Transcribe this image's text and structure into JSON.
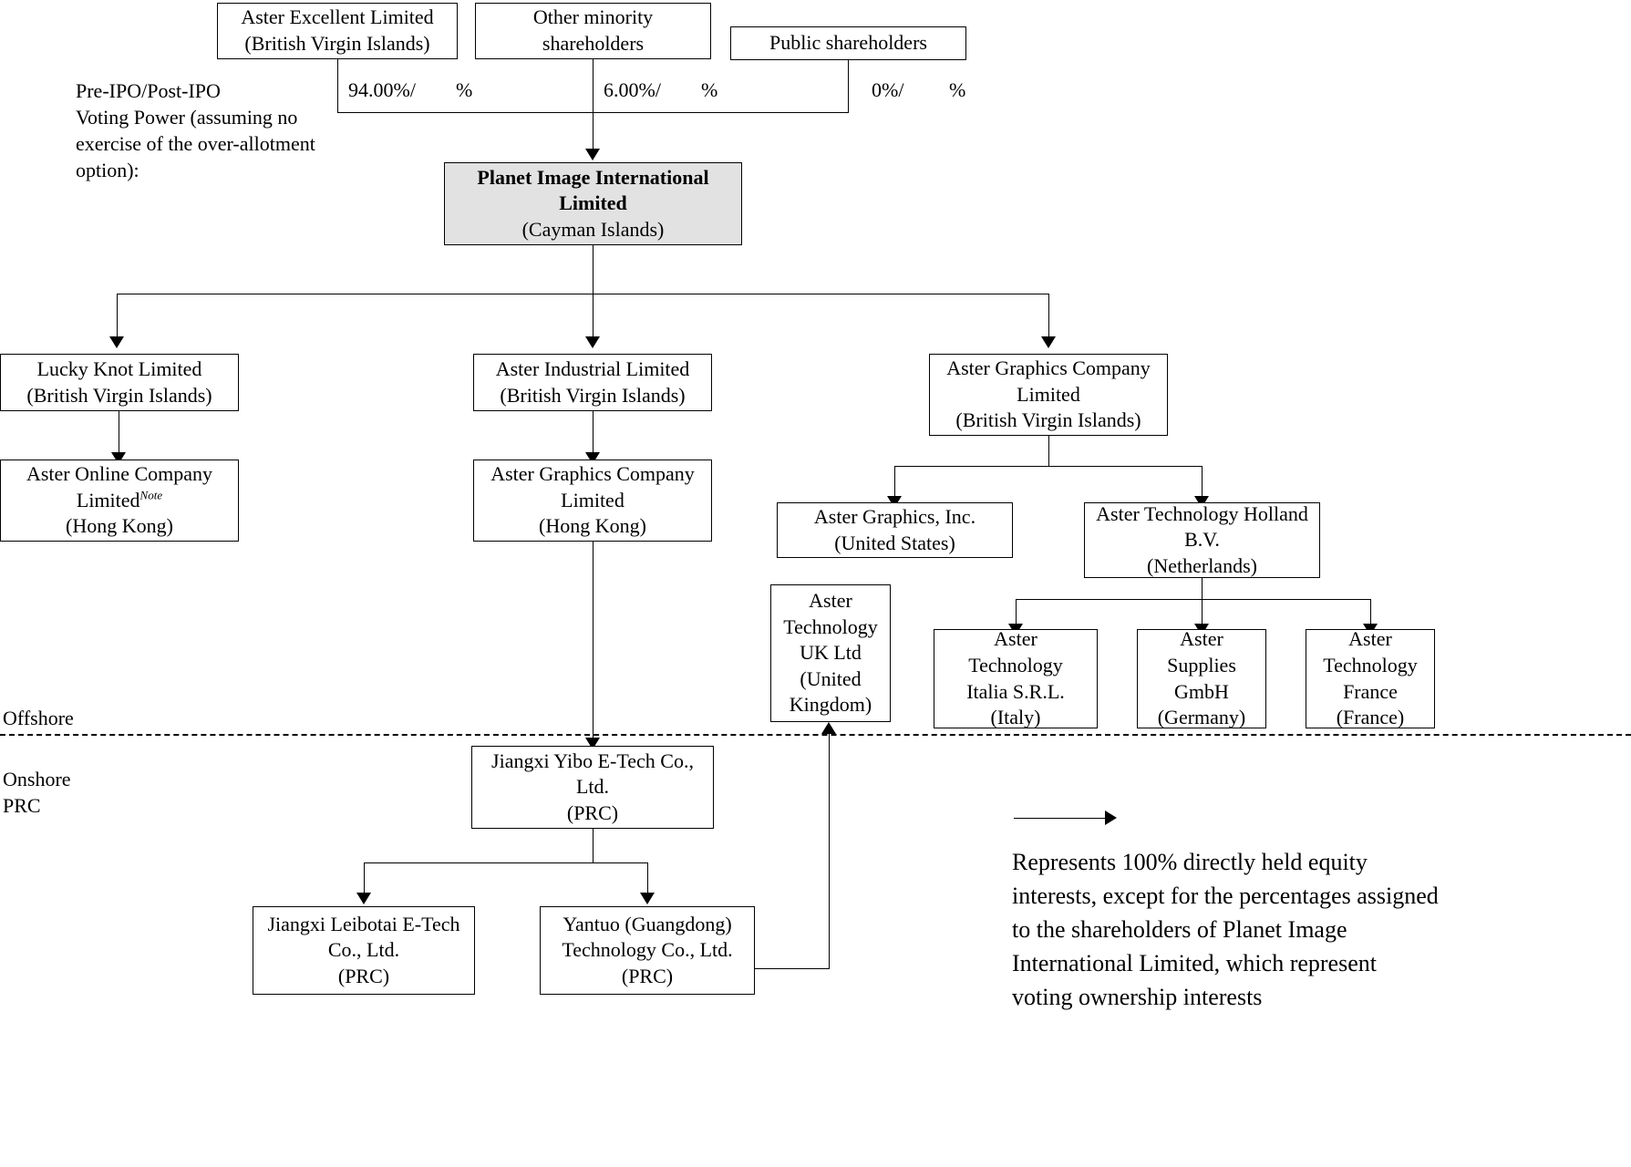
{
  "diagram": {
    "title": "Planet Image International Limited corporate structure",
    "side_labels": {
      "voting_power_note": "Pre-IPO/Post-IPO\nVoting Power (assuming no\nexercise of the over-allotment\noption):",
      "offshore": "Offshore",
      "onshore": "Onshore\nPRC"
    },
    "ownership_percentages": [
      {
        "id": "aster-excellent-pct",
        "text": "94.00%/        %"
      },
      {
        "id": "other-minority-pct",
        "text": "6.00%/        %"
      },
      {
        "id": "public-pct",
        "text": "0%/         %"
      }
    ],
    "shareholders": [
      {
        "id": "aster-excellent",
        "lines": [
          "Aster Excellent Limited",
          "(British Virgin Islands)"
        ]
      },
      {
        "id": "other-minority",
        "lines": [
          "Other minority",
          "shareholders"
        ]
      },
      {
        "id": "public-holders",
        "lines": [
          "Public shareholders"
        ]
      }
    ],
    "parent": {
      "id": "planet-image",
      "lines": [
        "Planet Image International",
        "Limited"
      ],
      "jurisdiction": "(Cayman Islands)",
      "fill": "#e2e2e2"
    },
    "entities": [
      {
        "id": "lucky-knot",
        "lines": [
          "Lucky Knot Limited",
          "(British Virgin Islands)"
        ]
      },
      {
        "id": "aster-online",
        "lines": [
          "Aster Online Company",
          "Limited",
          "(Hong Kong)"
        ],
        "note_marker": "Note"
      },
      {
        "id": "aster-industrial",
        "lines": [
          "Aster Industrial Limited",
          "(British Virgin Islands)"
        ]
      },
      {
        "id": "aster-graphics-hk",
        "lines": [
          "Aster Graphics Company",
          "Limited",
          "(Hong Kong)"
        ]
      },
      {
        "id": "aster-graphics-bvi",
        "lines": [
          "Aster Graphics Company",
          "Limited",
          "(British Virgin Islands)"
        ]
      },
      {
        "id": "aster-graphics-inc",
        "lines": [
          "Aster Graphics, Inc.",
          "(United States)"
        ]
      },
      {
        "id": "aster-tech-holland",
        "lines": [
          "Aster Technology Holland",
          "B.V.",
          "(Netherlands)"
        ]
      },
      {
        "id": "aster-tech-uk",
        "lines": [
          "Aster",
          "Technology",
          "UK Ltd",
          "(United",
          "Kingdom)"
        ]
      },
      {
        "id": "aster-tech-italia",
        "lines": [
          "Aster",
          "Technology",
          "Italia S.R.L.",
          "(Italy)"
        ]
      },
      {
        "id": "aster-supplies-gmbh",
        "lines": [
          "Aster",
          "Supplies",
          "GmbH",
          "(Germany)"
        ]
      },
      {
        "id": "aster-tech-france",
        "lines": [
          "Aster",
          "Technology",
          "France",
          "(France)"
        ]
      },
      {
        "id": "jiangxi-yibo",
        "lines": [
          "Jiangxi Yibo E-Tech Co.,",
          "Ltd.",
          "(PRC)"
        ]
      },
      {
        "id": "jiangxi-leibotai",
        "lines": [
          "Jiangxi Leibotai E-Tech",
          "Co., Ltd.",
          "(PRC)"
        ]
      },
      {
        "id": "yantuo-guangdong",
        "lines": [
          "Yantuo (Guangdong)",
          "Technology Co., Ltd.",
          "(PRC)"
        ]
      }
    ],
    "legend": {
      "caption": "Represents 100% directly held equity interests, except for the percentages assigned to the shareholders of Planet Image International Limited, which represent voting ownership interests"
    }
  }
}
